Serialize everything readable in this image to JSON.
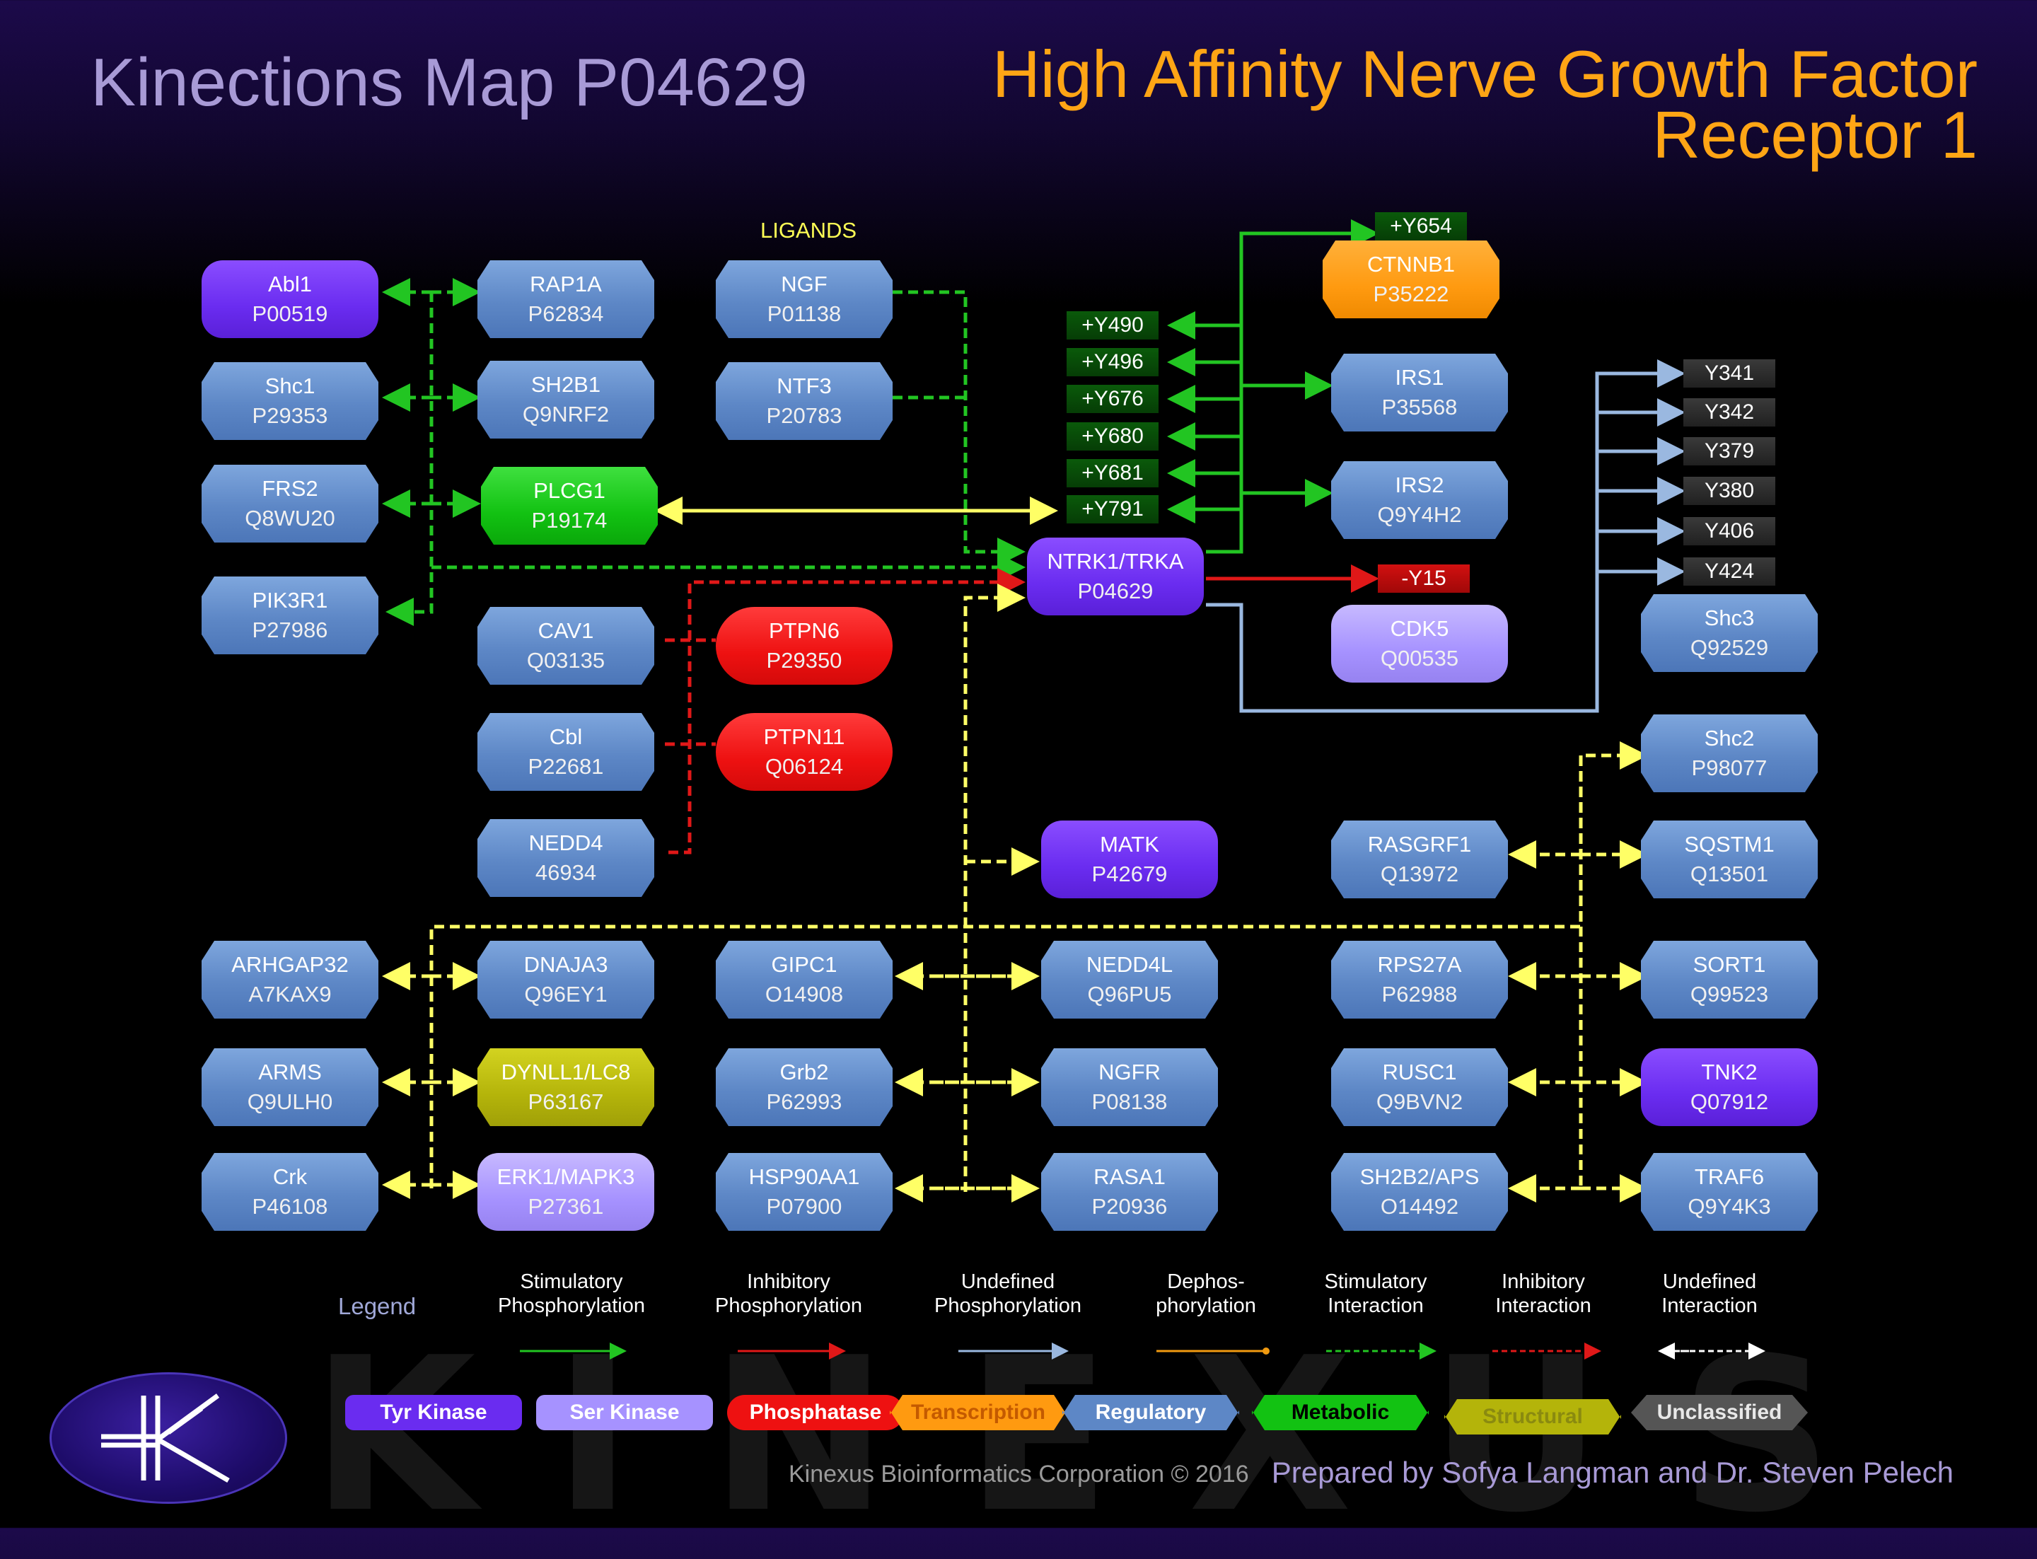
{
  "header": {
    "map_title": "Kinections Map P04629",
    "protein_title_line1": "High Affinity Nerve Growth Factor",
    "protein_title_line2": "Receptor 1",
    "ligands_label": "LIGANDS"
  },
  "center": {
    "name": "NTRK1/TRKA",
    "accession": "P04629"
  },
  "nodes": {
    "abl1": {
      "name": "Abl1",
      "accession": "P00519"
    },
    "shc1": {
      "name": "Shc1",
      "accession": "P29353"
    },
    "frs2": {
      "name": "FRS2",
      "accession": "Q8WU20"
    },
    "pik3r1": {
      "name": "PIK3R1",
      "accession": "P27986"
    },
    "rap1a": {
      "name": "RAP1A",
      "accession": "P62834"
    },
    "sh2b1": {
      "name": "SH2B1",
      "accession": "Q9NRF2"
    },
    "plcg1": {
      "name": "PLCG1",
      "accession": "P19174"
    },
    "ngf": {
      "name": "NGF",
      "accession": "P01138"
    },
    "ntf3": {
      "name": "NTF3",
      "accession": "P20783"
    },
    "cav1": {
      "name": "CAV1",
      "accession": "Q03135"
    },
    "cbl": {
      "name": "Cbl",
      "accession": "P22681"
    },
    "nedd4": {
      "name": "NEDD4",
      "accession": "46934"
    },
    "ptpn6": {
      "name": "PTPN6",
      "accession": "P29350"
    },
    "ptpn11": {
      "name": "PTPN11",
      "accession": "Q06124"
    },
    "ctnnb1": {
      "name": "CTNNB1",
      "accession": "P35222"
    },
    "irs1": {
      "name": "IRS1",
      "accession": "P35568"
    },
    "irs2": {
      "name": "IRS2",
      "accession": "Q9Y4H2"
    },
    "cdk5": {
      "name": "CDK5",
      "accession": "Q00535"
    },
    "shc3": {
      "name": "Shc3",
      "accession": "Q92529"
    },
    "shc2": {
      "name": "Shc2",
      "accession": "P98077"
    },
    "sqstm1": {
      "name": "SQSTM1",
      "accession": "Q13501"
    },
    "rasgrf1": {
      "name": "RASGRF1",
      "accession": "Q13972"
    },
    "matk": {
      "name": "MATK",
      "accession": "P42679"
    },
    "arhgap32": {
      "name": "ARHGAP32",
      "accession": "A7KAX9"
    },
    "arms": {
      "name": "ARMS",
      "accession": "Q9ULH0"
    },
    "crk": {
      "name": "Crk",
      "accession": "P46108"
    },
    "dnaja3": {
      "name": "DNAJA3",
      "accession": "Q96EY1"
    },
    "dynll1": {
      "name": "DYNLL1/LC8",
      "accession": "P63167"
    },
    "erk1": {
      "name": "ERK1/MAPK3",
      "accession": "P27361"
    },
    "gipc1": {
      "name": "GIPC1",
      "accession": "O14908"
    },
    "grb2": {
      "name": "Grb2",
      "accession": "P62993"
    },
    "hsp90aa1": {
      "name": "HSP90AA1",
      "accession": "P07900"
    },
    "nedd4l": {
      "name": "NEDD4L",
      "accession": "Q96PU5"
    },
    "ngfr": {
      "name": "NGFR",
      "accession": "P08138"
    },
    "rasa1": {
      "name": "RASA1",
      "accession": "P20936"
    },
    "rps27a": {
      "name": "RPS27A",
      "accession": "P62988"
    },
    "rusc1": {
      "name": "RUSC1",
      "accession": "Q9BVN2"
    },
    "sh2b2": {
      "name": "SH2B2/APS",
      "accession": "O14492"
    },
    "sort1": {
      "name": "SORT1",
      "accession": "Q99523"
    },
    "tnk2": {
      "name": "TNK2",
      "accession": "Q07912"
    },
    "traf6": {
      "name": "TRAF6",
      "accession": "Q9Y4K3"
    }
  },
  "sites": {
    "autophos": [
      "+Y490",
      "+Y496",
      "+Y676",
      "+Y680",
      "+Y681",
      "+Y791"
    ],
    "ctnnb1_site": "+Y654",
    "cdk5_site": "-Y15",
    "shc3_sites": [
      "Y341",
      "Y342",
      "Y379",
      "Y380",
      "Y406",
      "Y424"
    ]
  },
  "legend": {
    "title": "Legend",
    "arrows": [
      {
        "line1": "Stimulatory",
        "line2": "Phosphorylation",
        "color": "#22c522"
      },
      {
        "line1": "Inhibitory",
        "line2": "Phosphorylation",
        "color": "#e01818"
      },
      {
        "line1": "Undefined",
        "line2": "Phosphorylation",
        "color": "#9ab8e0"
      },
      {
        "line1": "Dephos-",
        "line2": "phorylation",
        "color": "#f09a10"
      },
      {
        "line1": "Stimulatory",
        "line2": "Interaction",
        "color": "#22c522"
      },
      {
        "line1": "Inhibitory",
        "line2": "Interaction",
        "color": "#e01818"
      },
      {
        "line1": "Undefined",
        "line2": "Interaction",
        "color": "#ffffff"
      }
    ],
    "categories": [
      {
        "label": "Tyr Kinase",
        "color": "#6a2cf0"
      },
      {
        "label": "Ser Kinase",
        "color": "#a692ff"
      },
      {
        "label": "Phosphatase",
        "color": "#ee1111"
      },
      {
        "label": "Transcription",
        "color": "#ff9a10"
      },
      {
        "label": "Regulatory",
        "color": "#5d87c6"
      },
      {
        "label": "Metabolic",
        "color": "#12c212"
      },
      {
        "label": "Structural",
        "color": "#b4b40a"
      },
      {
        "label": "Unclassified",
        "color": "#555555"
      }
    ]
  },
  "footer": {
    "copyright": "Kinexus Bioinformatics Corporation © 2016",
    "prepared_by": "Prepared by Sofya Langman and Dr. Steven Pelech",
    "watermark": "KINEXUS"
  }
}
